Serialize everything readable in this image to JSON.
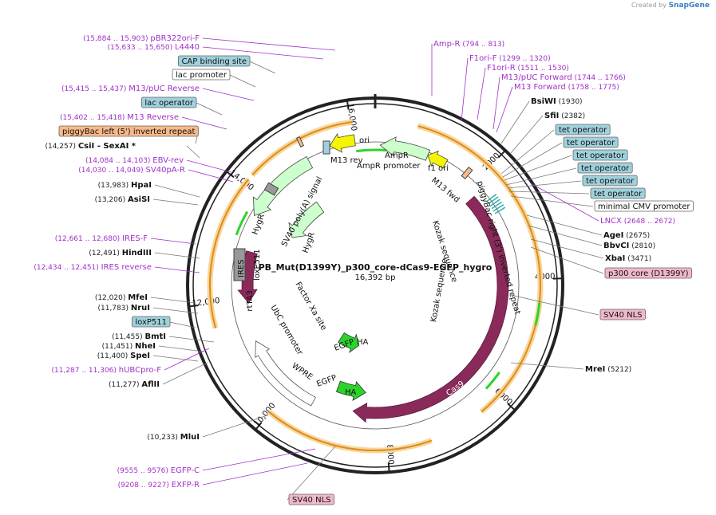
{
  "credit": {
    "prefix": "Created by",
    "brand": "SnapGene"
  },
  "map": {
    "name": "PB_Mut(D1399Y)_p300_core-dCas9-EGFP_hygro",
    "size": "16,392 bp",
    "ticks": [
      "2000",
      "4000",
      "6000",
      "8000",
      "10,000",
      "12,000",
      "14,000",
      "16,000"
    ]
  },
  "colors": {
    "purple": "#a030c8",
    "cyan": "#9fd1dd",
    "salmon": "#f8b98a",
    "pink": "#f0b8c8",
    "cas9": "#8a2a5a",
    "green": "#2bd42b",
    "yellow": "#f5f500",
    "mint": "#ccffcc",
    "orange": "#e08a1e"
  },
  "left_labels": [
    {
      "pos": "(15,884 .. 15,903)",
      "name": "pBR322ori-F",
      "style": "purple"
    },
    {
      "pos": "(15,633 .. 15,650)",
      "name": "L4440",
      "style": "purple"
    },
    {
      "pos": "",
      "name": "CAP binding site",
      "style": "cyan"
    },
    {
      "pos": "",
      "name": "lac promoter",
      "style": "white"
    },
    {
      "pos": "(15,415 .. 15,437)",
      "name": "M13/pUC Reverse",
      "style": "purple"
    },
    {
      "pos": "",
      "name": "lac operator",
      "style": "cyan"
    },
    {
      "pos": "(15,402 .. 15,418)",
      "name": "M13 Reverse",
      "style": "purple"
    },
    {
      "pos": "",
      "name": "piggyBac left (5') inverted repeat",
      "style": "salmon"
    },
    {
      "pos": "(14,257)",
      "name": "CsiI",
      "extra": "SexAI *",
      "style": "bold"
    },
    {
      "pos": "(14,084 .. 14,103)",
      "name": "EBV-rev",
      "style": "purple"
    },
    {
      "pos": "(14,030 .. 14,049)",
      "name": "SV40pA-R",
      "style": "purple"
    },
    {
      "pos": "(13,983)",
      "name": "HpaI",
      "style": "bold"
    },
    {
      "pos": "(13,206)",
      "name": "AsiSI",
      "style": "bold"
    },
    {
      "pos": "(12,661 .. 12,680)",
      "name": "IRES-F",
      "style": "purple"
    },
    {
      "pos": "(12,491)",
      "name": "HindIII",
      "style": "bold"
    },
    {
      "pos": "(12,434 .. 12,451)",
      "name": "IRES reverse",
      "style": "purple"
    },
    {
      "pos": "(12,020)",
      "name": "MfeI",
      "style": "bold"
    },
    {
      "pos": "(11,783)",
      "name": "NruI",
      "style": "bold"
    },
    {
      "pos": "",
      "name": "loxP511",
      "style": "cyan"
    },
    {
      "pos": "(11,455)",
      "name": "BmtI",
      "style": "bold"
    },
    {
      "pos": "(11,451)",
      "name": "NheI",
      "style": "bold"
    },
    {
      "pos": "(11,400)",
      "name": "SpeI",
      "style": "bold"
    },
    {
      "pos": "(11,287 .. 11,306)",
      "name": "hUBCpro-F",
      "style": "purple"
    },
    {
      "pos": "(11,277)",
      "name": "AflII",
      "style": "bold"
    },
    {
      "pos": "(10,233)",
      "name": "MluI",
      "style": "bold"
    },
    {
      "pos": "(9555 .. 9576)",
      "name": "EGFP-C",
      "style": "purple"
    },
    {
      "pos": "(9208 .. 9227)",
      "name": "EXFP-R",
      "style": "purple"
    }
  ],
  "right_labels": [
    {
      "name": "Amp-R",
      "pos": "(794 .. 813)",
      "style": "purple"
    },
    {
      "name": "F1ori-F",
      "pos": "(1299 .. 1320)",
      "style": "purple"
    },
    {
      "name": "F1ori-R",
      "pos": "(1511 .. 1530)",
      "style": "purple"
    },
    {
      "name": "M13/pUC Forward",
      "pos": "(1744 .. 1766)",
      "style": "purple"
    },
    {
      "name": "M13 Forward",
      "pos": "(1758 .. 1775)",
      "style": "purple"
    },
    {
      "name": "BsiWI",
      "pos": "(1930)",
      "style": "bold"
    },
    {
      "name": "SfiI",
      "pos": "(2382)",
      "style": "bold"
    },
    {
      "name": "tet operator",
      "pos": "",
      "style": "cyan"
    },
    {
      "name": "tet operator",
      "pos": "",
      "style": "cyan"
    },
    {
      "name": "tet operator",
      "pos": "",
      "style": "cyan"
    },
    {
      "name": "tet operator",
      "pos": "",
      "style": "cyan"
    },
    {
      "name": "tet operator",
      "pos": "",
      "style": "cyan"
    },
    {
      "name": "tet operator",
      "pos": "",
      "style": "cyan"
    },
    {
      "name": "minimal CMV promoter",
      "pos": "",
      "style": "white"
    },
    {
      "name": "LNCX",
      "pos": "(2648 .. 2672)",
      "style": "purple"
    },
    {
      "name": "AgeI",
      "pos": "(2675)",
      "style": "bold"
    },
    {
      "name": "BbvCI",
      "pos": "(2810)",
      "style": "bold"
    },
    {
      "name": "XbaI",
      "pos": "(3471)",
      "style": "bold"
    },
    {
      "name": "p300 core (D1399Y)",
      "pos": "",
      "style": "pink"
    },
    {
      "name": "SV40 NLS",
      "pos": "",
      "style": "pink"
    },
    {
      "name": "MreI",
      "pos": "(5212)",
      "style": "bold"
    },
    {
      "name": "SV40 NLS",
      "pos": "",
      "style": "pink"
    }
  ],
  "features": {
    "ori": "ori",
    "m13rev": "M13 rev",
    "ampr": "AmpR",
    "ampr_promoter": "AmpR promoter",
    "f1ori": "f1 ori",
    "m13fwd": "M13 fwd",
    "pb_right": "piggyBac right (3') inverted repeat",
    "kozak1": "Kozak sequence",
    "kozak2": "Kozak sequence",
    "cas9": "Cas9",
    "sv40pa": "SV40 poly(A) signal",
    "hygr1": "HygR",
    "hygr2": "HygR",
    "ires": "IRES",
    "loxp": "loxP511",
    "rtta3": "rtTA3",
    "ubc": "UbC promoter",
    "factorxa": "Factor Xa site",
    "wpre": "WPRE",
    "egfp1": "EGFP",
    "egfp2": "EGFP",
    "ha1": "HA",
    "ha2": "HA"
  }
}
